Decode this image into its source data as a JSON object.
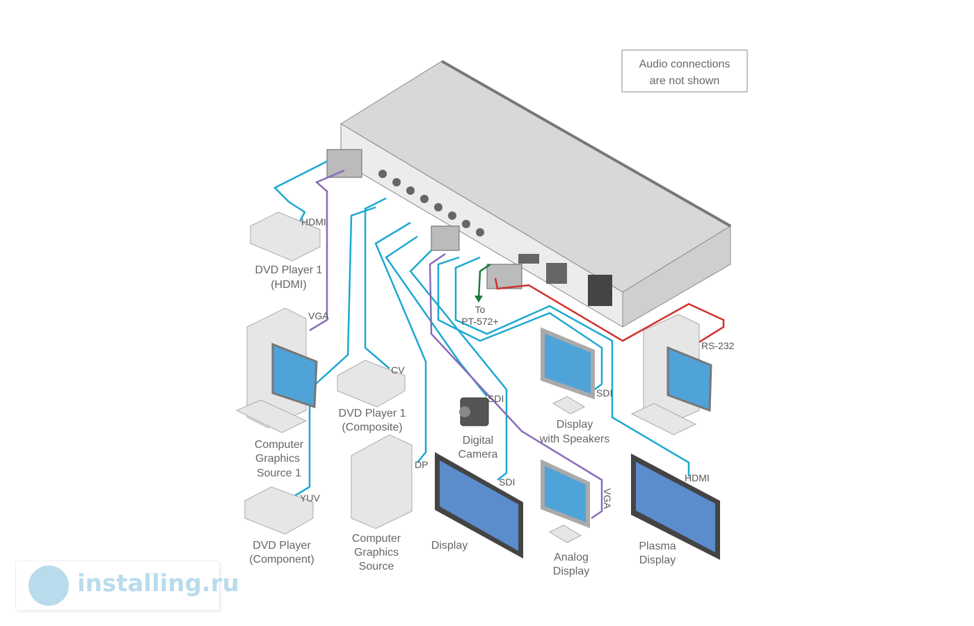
{
  "note": {
    "line1": "Audio connections",
    "line2": "are not shown"
  },
  "colors": {
    "hdmi_sdi_cable": "#1ba8d0",
    "vga_cable": "#8a6bb8",
    "rs232_cable": "#d0302a",
    "control_cable": "#1a7a3a"
  },
  "devices": {
    "dvd_hdmi": {
      "line1": "DVD Player 1",
      "line2": "(HDMI)",
      "port": "HDMI"
    },
    "computer1": {
      "line1": "Computer",
      "line2": "Graphics",
      "line3": "Source 1",
      "port": "VGA"
    },
    "dvd_composite": {
      "line1": "DVD Player 1",
      "line2": "(Composite)",
      "port": "CV"
    },
    "dvd_component": {
      "line1": "DVD Player",
      "line2": "(Component)",
      "port": "YUV"
    },
    "computer2": {
      "line1": "Computer",
      "line2": "Graphics",
      "line3": "Source",
      "port": "DP"
    },
    "camera": {
      "line1": "Digital",
      "line2": "Camera",
      "port": "SDI"
    },
    "display": {
      "line1": "Display",
      "port": "SDI"
    },
    "display_speakers": {
      "line1": "Display",
      "line2": "with Speakers",
      "port": "SDI"
    },
    "analog_display": {
      "line1": "Analog",
      "line2": "Display",
      "port": "VGA"
    },
    "plasma": {
      "line1": "Plasma",
      "line2": "Display",
      "port": "HDMI"
    },
    "pc_control": {
      "port": "RS-232"
    },
    "to_pt": {
      "line1": "To",
      "line2": "PT-572+"
    }
  },
  "watermark": {
    "text": "installing.ru"
  }
}
